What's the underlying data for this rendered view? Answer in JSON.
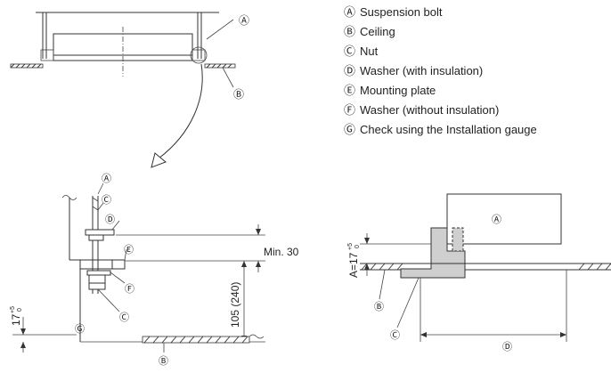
{
  "legend": [
    {
      "marker": "Ⓐ",
      "text": "Suspension bolt"
    },
    {
      "marker": "Ⓑ",
      "text": "Ceiling"
    },
    {
      "marker": "Ⓒ",
      "text": "Nut"
    },
    {
      "marker": "Ⓓ",
      "text": "Washer (with insulation)"
    },
    {
      "marker": "Ⓔ",
      "text": "Mounting plate"
    },
    {
      "marker": "Ⓕ",
      "text": "Washer (without insulation)"
    },
    {
      "marker": "Ⓖ",
      "text": "Check using the Installation gauge"
    }
  ],
  "top_view": {
    "label_a": "Ⓐ",
    "label_b": "Ⓑ"
  },
  "detail_view": {
    "label_a": "Ⓐ",
    "label_c1": "Ⓒ",
    "label_d": "Ⓓ",
    "label_e": "Ⓔ",
    "label_f": "Ⓕ",
    "label_c2": "Ⓒ",
    "label_g": "Ⓖ",
    "label_b": "Ⓑ",
    "dim_min": "Min. 30",
    "dim_height": "105 (240)",
    "dim_17": "17",
    "dim_17_tol_plus": "+5",
    "dim_17_tol_minus": "0"
  },
  "gauge_view": {
    "label_a": "Ⓐ",
    "label_b": "Ⓑ",
    "label_c": "Ⓒ",
    "label_d": "Ⓓ",
    "dim_a": "A=17",
    "dim_a_tol_plus": "+5",
    "dim_a_tol_minus": "0"
  },
  "colors": {
    "part_fill": "#cfcfcf",
    "line": "#333333"
  }
}
